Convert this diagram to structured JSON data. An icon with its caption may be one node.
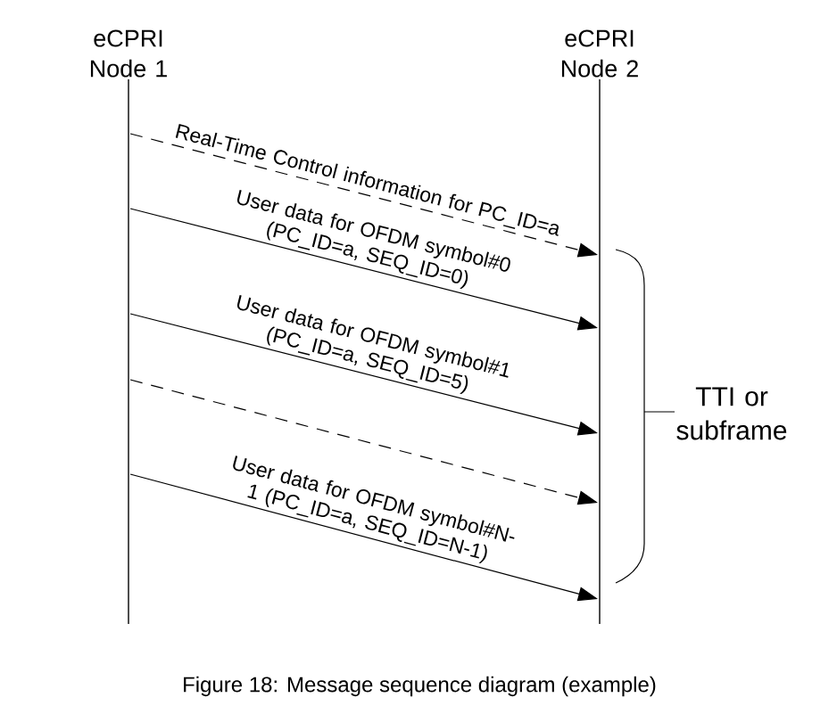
{
  "diagram": {
    "caption": "Figure 18: Message sequence diagram (example)",
    "nodes": [
      {
        "text": [
          "eCPRI Node 1"
        ]
      },
      {
        "text": [
          "eCPRI Node 2"
        ]
      }
    ],
    "edges": [
      {
        "from": 0,
        "to": 1,
        "arrow": "to",
        "style": "dashed",
        "label": "Real-Time Control information for PC_ID=a"
      },
      {
        "from": 0,
        "to": 1,
        "arrow": "to",
        "label": "User data for OFDM symbol#0 (PC_ID=a, SEQ_ID=0)"
      },
      {
        "from": 0,
        "to": 1,
        "arrow": "to",
        "label": "User data for OFDM symbol#1 (PC_ID=a, SEQ_ID=5)"
      },
      {
        "from": 0,
        "to": 1,
        "arrow": "to",
        "style": "dashed"
      },
      {
        "from": 0,
        "to": 1,
        "arrow": "to",
        "label": "User data for OFDM symbol#N-1 (PC_ID=a, SEQ_ID=N-1)"
      }
    ],
    "labels": [
      "TTI or subframe"
    ]
  }
}
